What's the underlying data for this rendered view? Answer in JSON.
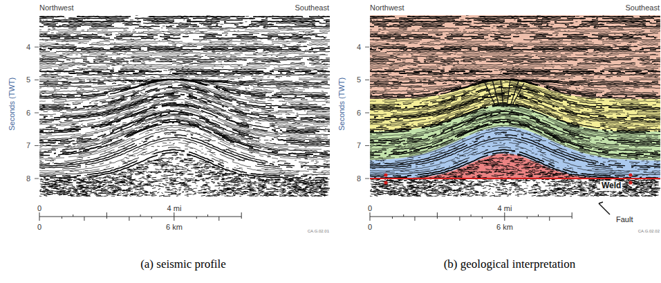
{
  "diagram": {
    "labels": [
      "Northwest",
      "Southeast",
      "4",
      "5",
      "6",
      "7",
      "8",
      "Seconds (TWT)",
      "0",
      "4 mi",
      "0",
      "6 km",
      "CA.G.02.01",
      "(a) seismic profile",
      "Northwest",
      "Southeast",
      "4",
      "5",
      "6",
      "7",
      "8",
      "Seconds (TWT)",
      "0",
      "4 mi",
      "0",
      "6 km",
      "Weld",
      "CA.G.02.02",
      "(b) geological interpretation"
    ],
    "legend": [
      {
        "text": "Fault"
      }
    ]
  }
}
